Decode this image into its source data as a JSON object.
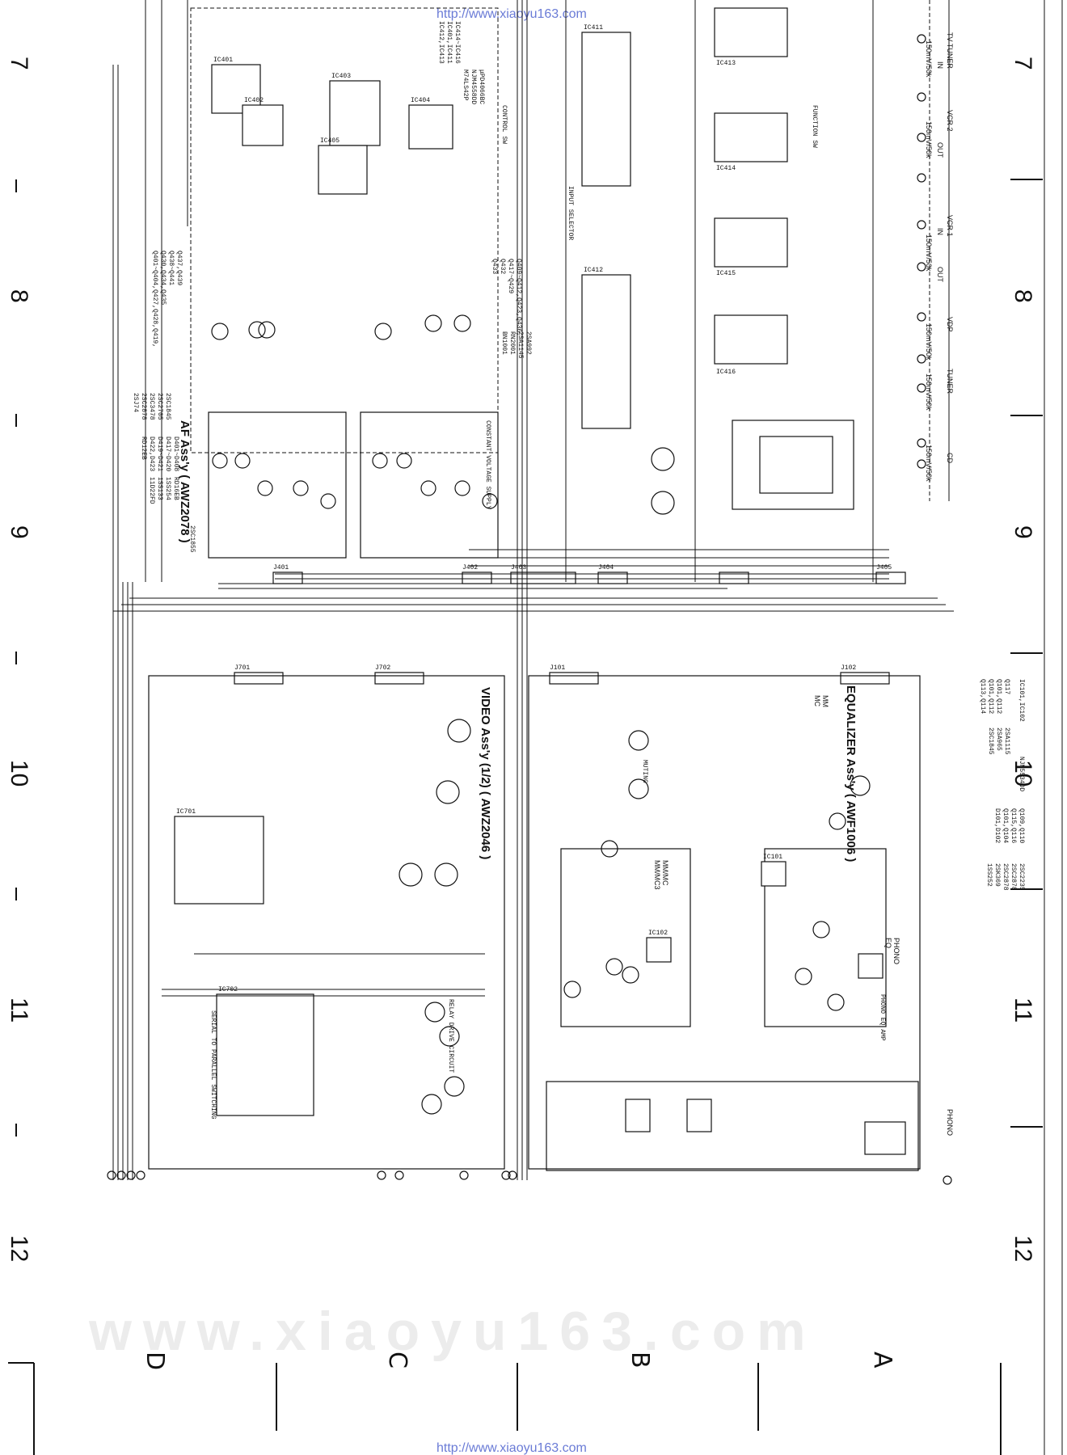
{
  "page": {
    "url_top": "http://www.xiaoyu163.com",
    "url_bottom": "http://www.xiaoyu163.com",
    "watermark": "www.xiaoyu163.com"
  },
  "grid": {
    "numbers": [
      "7",
      "8",
      "9",
      "10",
      "11",
      "12"
    ],
    "letters": [
      "D",
      "C",
      "B",
      "A"
    ]
  },
  "blocks": {
    "af": {
      "title": "AF Ass'y ( AWZ2078 )"
    },
    "video": {
      "title": "VIDEO Ass'y (1/2) ( AWZ2046 )"
    },
    "equalizer": {
      "title": "EQUALIZER Ass'y ( AWF1006 )"
    }
  },
  "parts_lists": {
    "af": [
      "IC412,IC413",
      "IC401,IC411",
      "IC414~IC416",
      "M74LS42P",
      "NJM4558DD",
      "μPD4066BC",
      "Q433",
      "Q432",
      "Q417~Q429",
      "Q409~Q412,Q423,Q436,",
      "BN1001",
      "RN2001",
      "2SA1145",
      "2SA992",
      "Q401~Q404,Q427,Q428,Q419,",
      "Q430,Q434,Q435",
      "Q438~Q441",
      "Q437,Q439",
      "2SC1845",
      "2SC2705",
      "2SC3478",
      "2SC2878",
      "2SJ74",
      "2SC1855",
      "D401~D408",
      "D417~D420",
      "D419~D421",
      "D422,D423",
      "RD12EB",
      "RD16EB",
      "1SS254",
      "1SS133",
      "11D22FD"
    ],
    "equalizer": [
      "IC101,IC102",
      "Q117",
      "Q101,Q112",
      "Q101,Q112",
      "Q113,Q114",
      "NJM5534DD",
      "2SA1115",
      "2SA965",
      "2SC1845",
      "Q109,Q110",
      "Q115,Q116",
      "Q101,Q104",
      "D101,D102",
      "2SC2235",
      "2SC2878",
      "2SC2878",
      "2SK369",
      "1SS252"
    ]
  },
  "inputs": [
    "TV TUNER",
    "VCR 2",
    "VCR 1",
    "VDP",
    "TUNER",
    "CD",
    "PHONO"
  ],
  "io_labels": [
    "IN",
    "OUT",
    "IN",
    "OUT",
    "IN",
    "OUT"
  ],
  "levels": [
    "150mV/50k",
    "150mV/50k",
    "150mV/50k",
    "150mV/50k",
    "150mV/50k",
    "150mV/50k"
  ],
  "switch_labels": [
    "MM",
    "MC",
    "MM/MC",
    "MM/MC3",
    "EQ",
    "PHONO"
  ],
  "connectors": [
    "J401",
    "J402",
    "J403",
    "J404",
    "J405",
    "J701",
    "J702",
    "J101",
    "J102"
  ],
  "ic_labels": [
    "IC401",
    "IC402",
    "IC403",
    "IC404",
    "IC405",
    "IC411",
    "IC412",
    "IC413",
    "IC414",
    "IC415",
    "IC416",
    "IC701",
    "IC702",
    "IC101",
    "IC102"
  ],
  "notes": [
    "FUNCTION SW",
    "CONTROL SW",
    "SERIAL TO PARALLEL SWITCHING",
    "PHONO EQ AMP",
    "CONSTANT VOLTAGE SUPPLY",
    "INPUT SELECTOR",
    "MUTING",
    "RELAY DRIVE CIRCUIT"
  ],
  "colors": {
    "ink": "#111111",
    "paper": "#ffffff",
    "url": "#6a7bd6",
    "watermark": "#ececec"
  }
}
